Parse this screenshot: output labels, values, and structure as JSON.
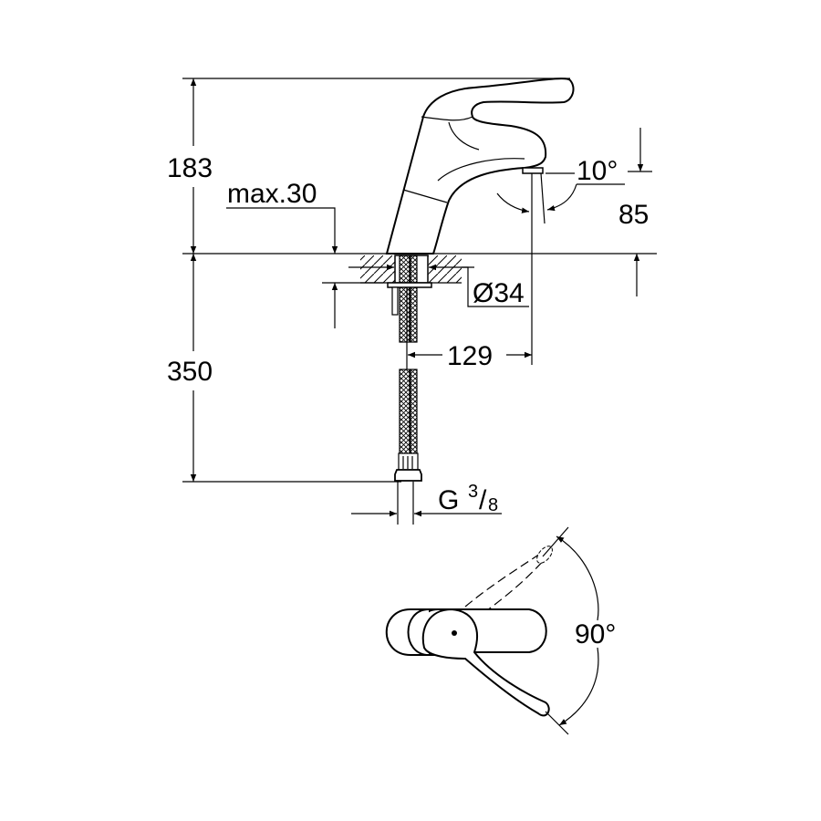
{
  "drawing": {
    "title": "Single-lever basin mixer dimensional drawing",
    "line_color": "#000000",
    "background": "#ffffff"
  },
  "dimensions": {
    "overall_height": "183",
    "max_deck_thickness": "max.30",
    "spout_angle": "10°",
    "spout_height": "85",
    "hole_diameter": "Ø34",
    "spout_projection": "129",
    "hose_length": "350",
    "thread_prefix": "G",
    "thread_num": "3",
    "thread_den": "8",
    "lever_rotation": "90°"
  }
}
